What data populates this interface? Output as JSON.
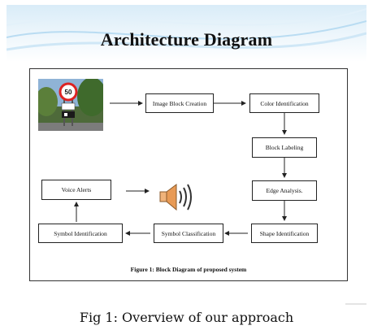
{
  "slide": {
    "title": "Architecture Diagram",
    "caption": "Figure 1: Block Diagram of proposed system"
  },
  "nodes": {
    "image_block": "Image Block Creation",
    "color": "Color Identification",
    "block_labeling": "Block Labeling",
    "edge": "Edge Analysis.",
    "shape": "Shape Identification",
    "symbol_class": "Symbol Classification",
    "symbol_id": "Symbol Identification",
    "voice": "Voice Alerts"
  },
  "sign": {
    "speed": "50"
  },
  "figure_caption": "Fig 1: Overview of our approach",
  "icons": {
    "photo": "road-sign-photo-icon",
    "speaker": "speaker-icon"
  },
  "colors": {
    "bg_gradient_top": "#e8f3fb",
    "line": "#222222"
  }
}
